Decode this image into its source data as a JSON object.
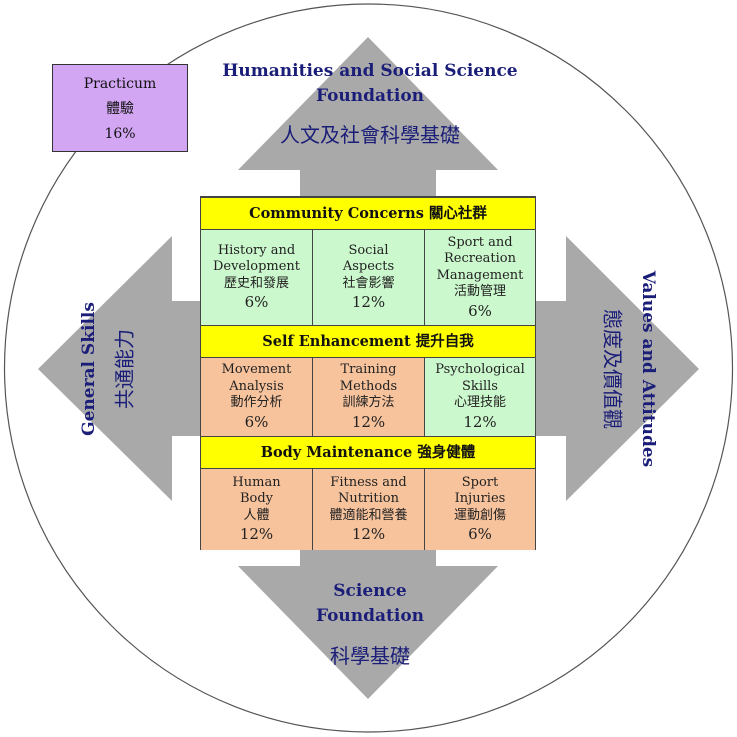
{
  "practicum": {
    "en": "Practicum",
    "zh": "體驗",
    "pct": "16%"
  },
  "top_arrow": {
    "en_line1": "Humanities and Social Science",
    "en_line2": "Foundation",
    "zh": "人文及社會科學基礎"
  },
  "bottom_arrow": {
    "en_line1": "Science",
    "en_line2": "Foundation",
    "zh": "科學基礎"
  },
  "left_arrow": {
    "en": "General Skills",
    "zh": "共通能力"
  },
  "right_arrow": {
    "en": "Values and Attitudes",
    "zh": "態度及價值觀"
  },
  "rows": [
    {
      "header": "Community Concerns 關心社群",
      "cells": [
        {
          "lines": [
            "History and",
            "Development",
            "歷史和發展"
          ],
          "pct": "6%"
        },
        {
          "lines": [
            "Social",
            "Aspects",
            "社會影響"
          ],
          "pct": "12%"
        },
        {
          "lines": [
            "Sport and",
            "Recreation",
            "Management",
            "活動管理"
          ],
          "pct": "6%"
        }
      ]
    },
    {
      "header": "Self Enhancement 提升自我",
      "cells": [
        {
          "lines": [
            "Movement",
            "Analysis",
            "動作分析"
          ],
          "pct": "6%"
        },
        {
          "lines": [
            "Training",
            "Methods",
            "訓練方法"
          ],
          "pct": "12%"
        },
        {
          "lines": [
            "Psychological",
            "Skills",
            "心理技能"
          ],
          "pct": "12%"
        }
      ]
    },
    {
      "header": "Body Maintenance 強身健體",
      "cells": [
        {
          "lines": [
            "Human",
            "Body",
            "人體"
          ],
          "pct": "12%"
        },
        {
          "lines": [
            "Fitness and",
            "Nutrition",
            "體適能和營養"
          ],
          "pct": "12%"
        },
        {
          "lines": [
            "Sport",
            "Injuries",
            "運動創傷"
          ],
          "pct": "6%"
        }
      ]
    }
  ],
  "colors": {
    "header": "#ffff00",
    "green": "#ccf8cd",
    "orange": "#f7c39d",
    "purple": "#d2a6f2",
    "arrow": "#a9a9a9",
    "title_text": "#1b1e78"
  }
}
